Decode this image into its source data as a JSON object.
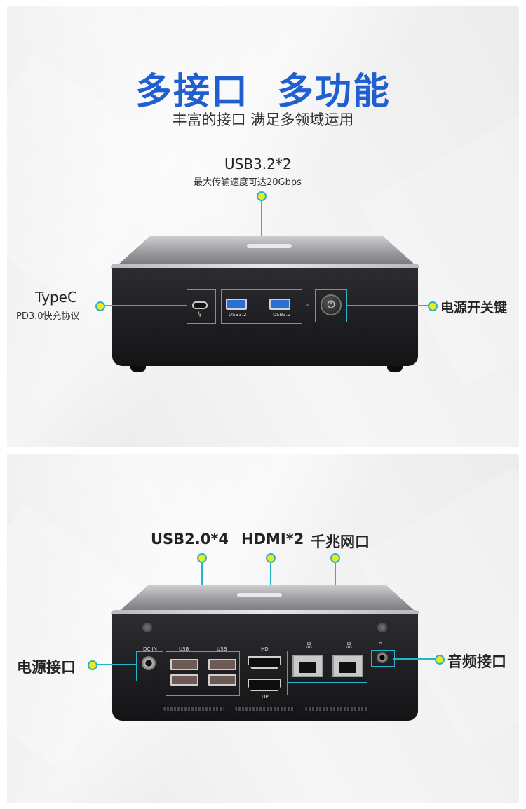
{
  "top": {
    "title_a": "多接口",
    "title_b": "多功能",
    "subtitle": "丰富的接口 满足多领域运用",
    "callout_usb3_title": "USB3.2*2",
    "callout_usb3_desc": "最大传输速度可达20Gbps",
    "callout_typec_title": "TypeC",
    "callout_typec_desc": "PD3.0快充协议",
    "callout_power_btn": "电源开关键",
    "port_usb3_a": "USB3.2",
    "port_usb3_b": "USB3.2"
  },
  "bottom": {
    "callout_usb2": "USB2.0*4",
    "callout_hdmi": "HDMI*2",
    "callout_lan": "千兆网口",
    "callout_power": "电源接口",
    "callout_audio": "音频接口",
    "port_dcin": "DC IN",
    "port_usb_a": "USB",
    "port_usb_b": "USB",
    "port_hd": "HD",
    "port_dp": "DP"
  },
  "colors": {
    "title": "#1f5fcf",
    "leader_line": "#27b3c9",
    "callout_dot": "#eeea1a",
    "usb3_port": "#2a6fd4"
  }
}
